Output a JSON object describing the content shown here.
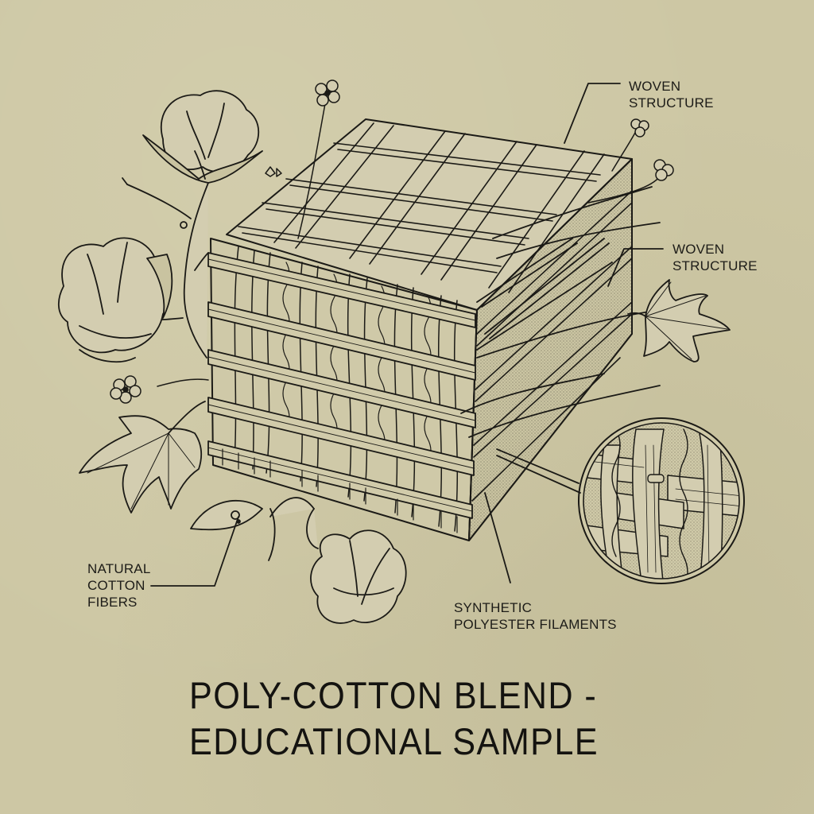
{
  "diagram": {
    "title_lines": [
      "POLY-COTTON BLEND -",
      "EDUCATIONAL SAMPLE"
    ],
    "labels": {
      "woven_top": "WOVEN\nSTRUCTURE",
      "woven_right": "WOVEN\nSTRUCTURE",
      "natural": "NATURAL\nCOTTON\nFIBERS",
      "synthetic": "SYNTHETIC\nPOLYESTER FILAMENTS"
    },
    "illustration": {
      "style": "pen-and-ink engraving",
      "subject": "isometric cube of woven fabric showing interlaced warp and weft yarns",
      "elements": [
        "woven-fabric-cube",
        "cotton-boll-top",
        "cotton-boll-left",
        "cotton-boll-bottom",
        "cotton-leaf-left",
        "cotton-leaf-right",
        "cotton-flowers",
        "magnifier-circle-weave-detail",
        "polyester-filaments"
      ]
    },
    "colors": {
      "paper": "#cdc7a4",
      "ink": "#1b1a16"
    }
  }
}
